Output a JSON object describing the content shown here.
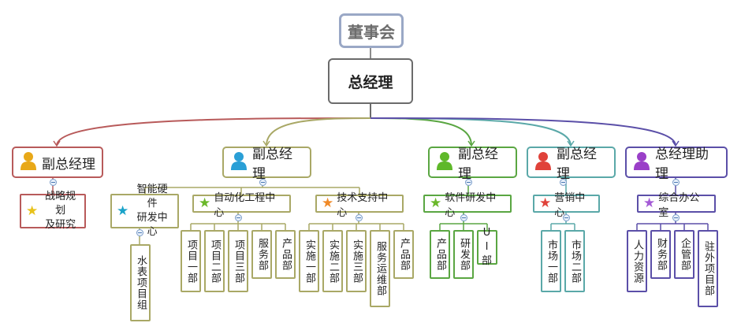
{
  "root": "董事会",
  "general_manager": "总经理",
  "branches": [
    {
      "title": "副总经理",
      "color": "#b85a5a",
      "person_color": "#e8a818",
      "subs": [
        {
          "label": "战略规划及研究",
          "line1": "战略规划",
          "line2": "及研究",
          "star_color": "#e8c21a",
          "units": []
        }
      ]
    },
    {
      "title": "副总经理",
      "color": "#a9a866",
      "person_color": "#2a9fd6",
      "subs": [
        {
          "label": "智能硬件研发中心",
          "line1": "智能硬件",
          "line2": "研发中心",
          "star_color": "#1aa3c9",
          "units": [
            "水表项目组"
          ]
        },
        {
          "label": "自动化工程中心",
          "star_color": "#6ab82a",
          "units": [
            "项目一部",
            "项目二部",
            "项目三部",
            "服务部",
            "产品部"
          ]
        },
        {
          "label": "技术支持中心",
          "star_color": "#f08a28",
          "units": [
            "实施一部",
            "实施二部",
            "实施三部",
            "服务运维部",
            "产品部"
          ]
        }
      ]
    },
    {
      "title": "副总经理",
      "color": "#5aa642",
      "person_color": "#5fb82a",
      "subs": [
        {
          "label": "软件研发中心",
          "star_color": "#6ab82a",
          "units": [
            "产品部",
            "研发部",
            "UI部"
          ]
        }
      ]
    },
    {
      "title": "副总经理",
      "color": "#5aa8a8",
      "person_color": "#e0423a",
      "subs": [
        {
          "label": "营销中心",
          "star_color": "#e0423a",
          "units": [
            "市场一部",
            "市场二部"
          ]
        }
      ]
    },
    {
      "title": "总经理助理",
      "color": "#5b4fa8",
      "person_color": "#9a3fc8",
      "subs": [
        {
          "label": "综合办公室",
          "star_color": "#a45bd6",
          "units": [
            "人力资源",
            "财务部",
            "企管部",
            "驻外项目部"
          ]
        }
      ]
    }
  ]
}
